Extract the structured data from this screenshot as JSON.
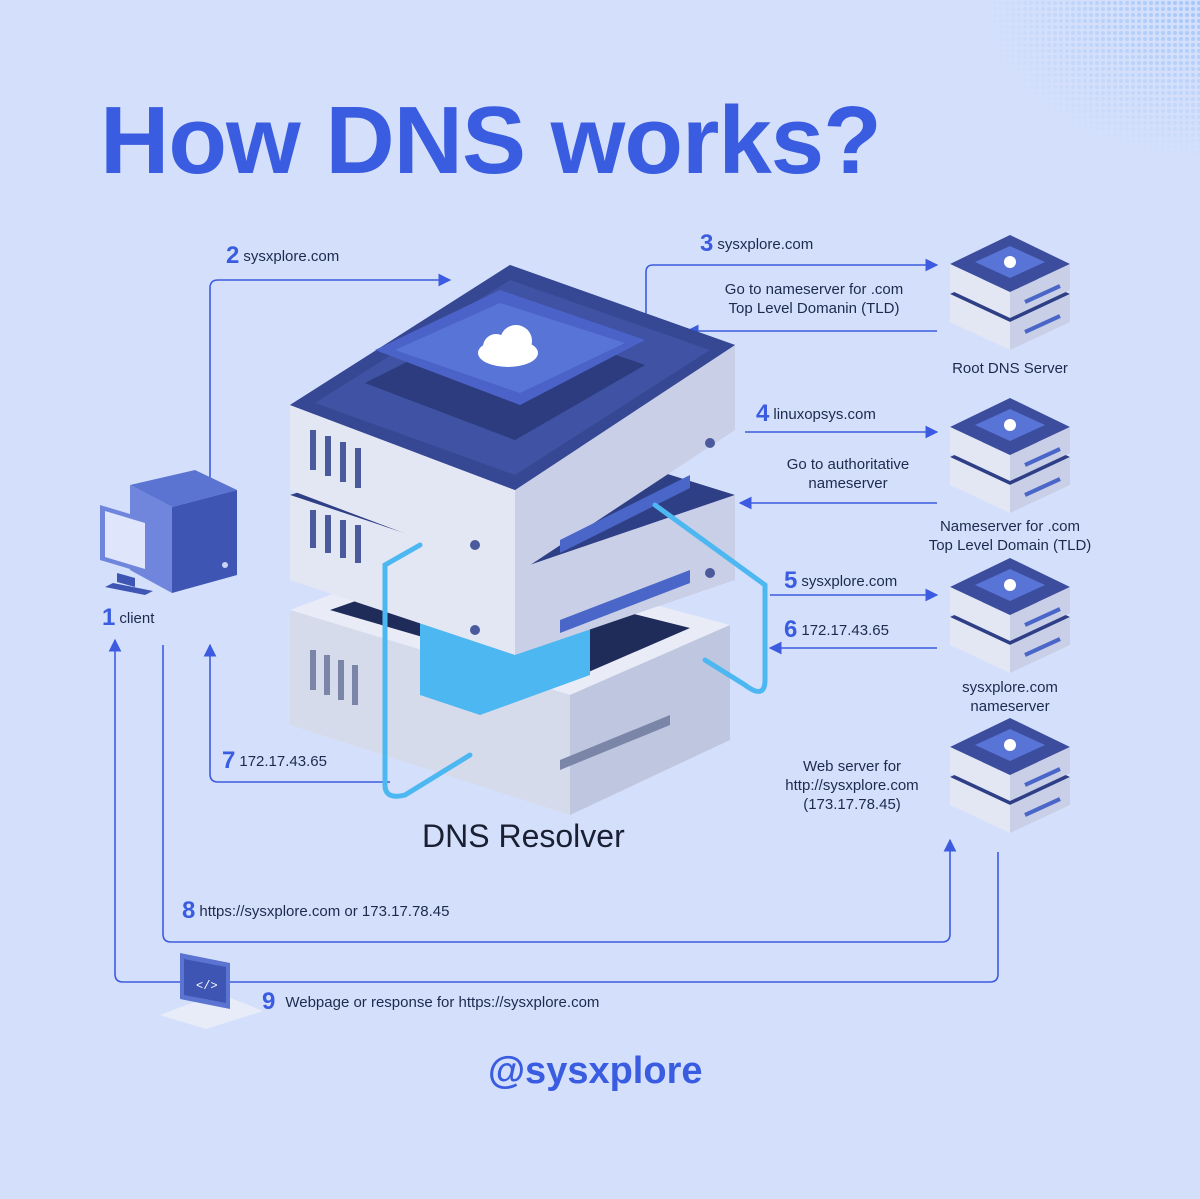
{
  "title": "How DNS works?",
  "handle": "@sysxplore",
  "resolver": {
    "label": "DNS Resolver"
  },
  "client": {
    "num": "1",
    "label": "client"
  },
  "steps": {
    "s2": {
      "num": "2",
      "text": "sysxplore.com"
    },
    "s3": {
      "num": "3",
      "text": "sysxplore.com"
    },
    "s3_reply": {
      "line1": "Go to nameserver for .com",
      "line2": "Top Level Domanin (TLD)"
    },
    "s4": {
      "num": "4",
      "text": "linuxopsys.com"
    },
    "s4_reply": {
      "line1": "Go to authoritative",
      "line2": "nameserver"
    },
    "s5": {
      "num": "5",
      "text": "sysxplore.com"
    },
    "s6": {
      "num": "6",
      "text": "172.17.43.65"
    },
    "s7": {
      "num": "7",
      "text": "172.17.43.65"
    },
    "s8": {
      "num": "8",
      "text": "https://sysxplore.com or 173.17.78.45"
    },
    "s9": {
      "num": "9",
      "text": "Webpage or response for https://sysxplore.com"
    }
  },
  "servers": {
    "root": {
      "line1": "Root DNS Server"
    },
    "tld": {
      "line1": "Nameserver for .com",
      "line2": "Top Level Domain (TLD)"
    },
    "auth": {
      "line1": "sysxplore.com",
      "line2": "nameserver"
    },
    "web": {
      "line1": "Web server for",
      "line2": "http://sysxplore.com",
      "line3": "(173.17.78.45)"
    }
  },
  "colors": {
    "accent": "#3a5ce0",
    "background": "#d4e0fb",
    "arrow": "#3d5be0",
    "server_dark": "#3b4d9c",
    "server_light": "#dfe3f2",
    "cable": "#4cb7f0"
  }
}
